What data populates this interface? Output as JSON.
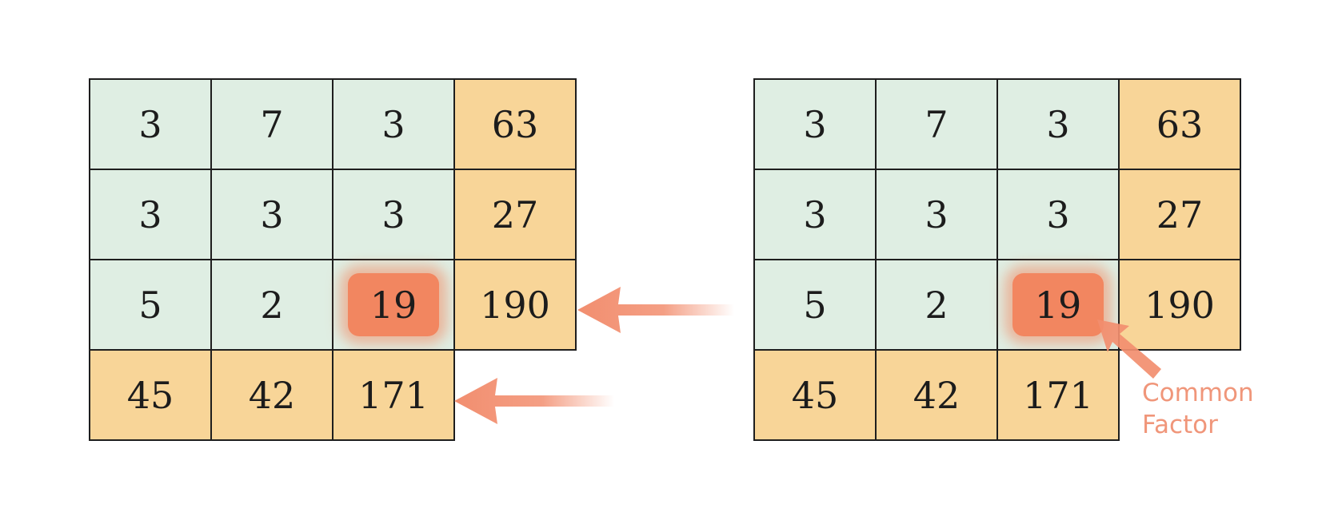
{
  "colors": {
    "factor_cell": "#dfeee3",
    "product_cell": "#f8d598",
    "highlight": "#f28660",
    "arrow": "#f28e6f",
    "callout_text": "#f0967a",
    "grid_line": "#1e1e1e"
  },
  "grids": [
    {
      "rows": [
        [
          {
            "v": "3",
            "k": "factor"
          },
          {
            "v": "7",
            "k": "factor"
          },
          {
            "v": "3",
            "k": "factor"
          },
          {
            "v": "63",
            "k": "product"
          }
        ],
        [
          {
            "v": "3",
            "k": "factor"
          },
          {
            "v": "3",
            "k": "factor"
          },
          {
            "v": "3",
            "k": "factor"
          },
          {
            "v": "27",
            "k": "product"
          }
        ],
        [
          {
            "v": "5",
            "k": "factor"
          },
          {
            "v": "2",
            "k": "factor"
          },
          {
            "v": "19",
            "k": "factor",
            "highlight": true
          },
          {
            "v": "190",
            "k": "product"
          }
        ],
        [
          {
            "v": "45",
            "k": "product"
          },
          {
            "v": "42",
            "k": "product"
          },
          {
            "v": "171",
            "k": "product"
          },
          {
            "v": "",
            "k": "empty"
          }
        ]
      ]
    },
    {
      "rows": [
        [
          {
            "v": "3",
            "k": "factor"
          },
          {
            "v": "7",
            "k": "factor"
          },
          {
            "v": "3",
            "k": "factor"
          },
          {
            "v": "63",
            "k": "product"
          }
        ],
        [
          {
            "v": "3",
            "k": "factor"
          },
          {
            "v": "3",
            "k": "factor"
          },
          {
            "v": "3",
            "k": "factor"
          },
          {
            "v": "27",
            "k": "product"
          }
        ],
        [
          {
            "v": "5",
            "k": "factor"
          },
          {
            "v": "2",
            "k": "factor"
          },
          {
            "v": "19",
            "k": "factor",
            "highlight": true
          },
          {
            "v": "190",
            "k": "product"
          }
        ],
        [
          {
            "v": "45",
            "k": "product"
          },
          {
            "v": "42",
            "k": "product"
          },
          {
            "v": "171",
            "k": "product"
          },
          {
            "v": "",
            "k": "empty"
          }
        ]
      ]
    }
  ],
  "callout": {
    "line1": "Common",
    "line2": "Factor"
  }
}
